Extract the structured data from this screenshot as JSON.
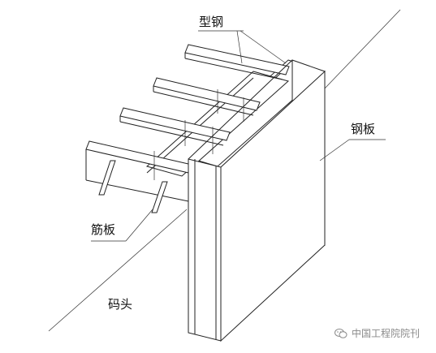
{
  "labels": {
    "steel_section": "型钢",
    "steel_plate": "钢板",
    "rib_plate": "筋板",
    "wharf": "码头"
  },
  "watermark": {
    "text": "中国工程院院刊",
    "icon": "wechat-icon"
  },
  "colors": {
    "line": "#222222",
    "watermark": "#8a8a8a",
    "background": "#ffffff"
  }
}
